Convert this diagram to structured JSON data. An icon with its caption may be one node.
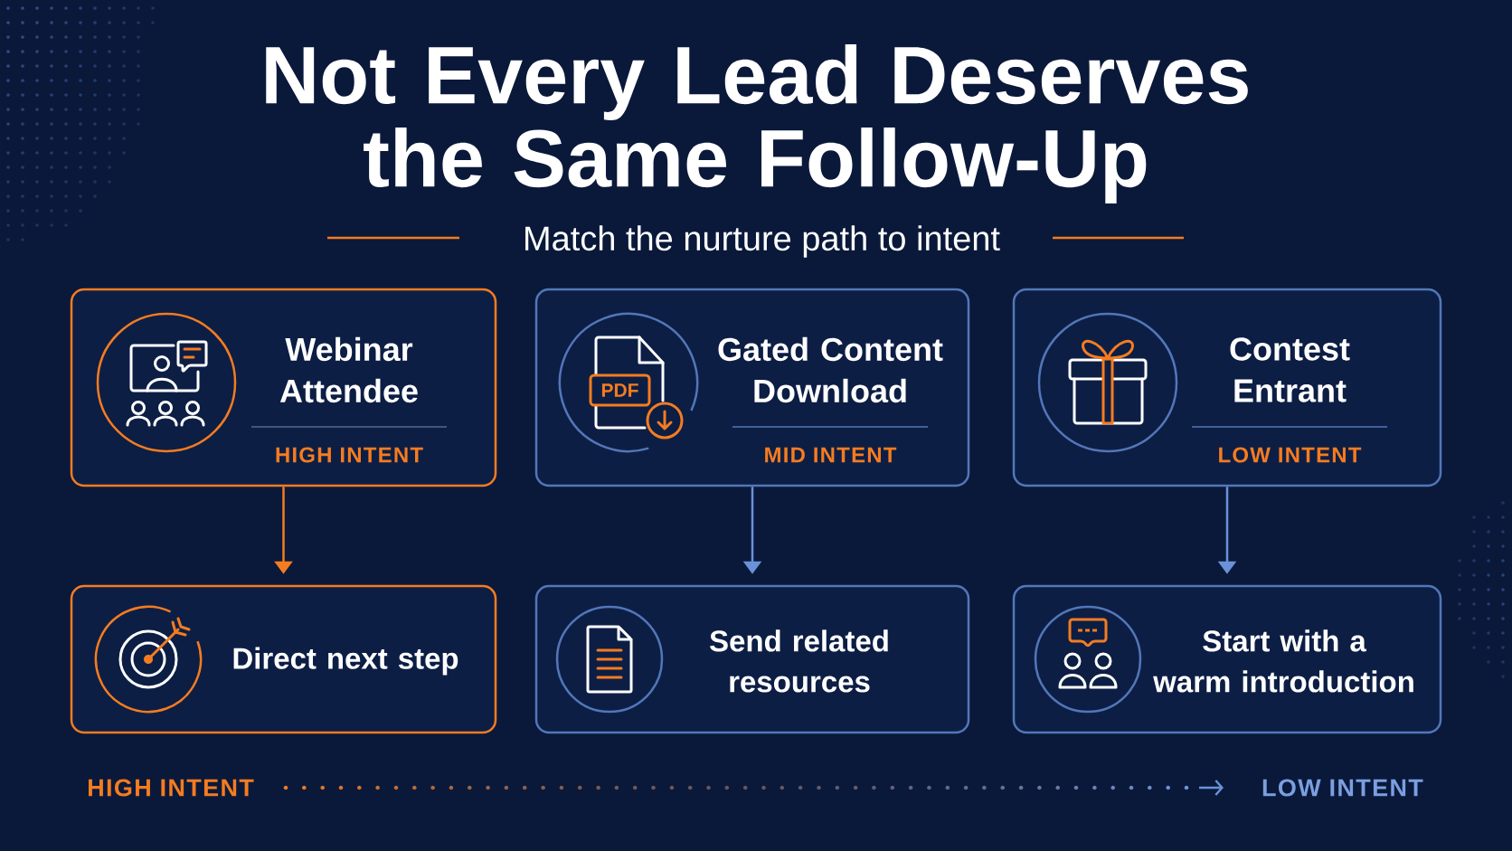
{
  "diagram": {
    "title": "Not Every Lead Deserves the Same Follow-Up",
    "nodes": [
      {
        "text": [
          "Webinar Attendee",
          "HIGH INTENT"
        ]
      },
      {
        "text": [
          "Gated Content Download",
          "MID INTENT"
        ]
      },
      {
        "text": [
          "Contest Entrant",
          "LOW INTENT"
        ]
      },
      {
        "text": [
          "Direct next step"
        ]
      },
      {
        "text": [
          "Send related resources"
        ]
      },
      {
        "text": [
          "Start with a warm introduction"
        ]
      }
    ],
    "edges": [
      {
        "from": 0,
        "to": 3,
        "arrow": "to",
        "color": "#f47c20"
      },
      {
        "from": 1,
        "to": 4,
        "arrow": "to"
      },
      {
        "from": 2,
        "to": 5,
        "arrow": "to"
      }
    ],
    "labels": [
      "Match the nurture path to intent",
      "PDF",
      "HIGH INTENT",
      "LOW INTENT"
    ]
  }
}
